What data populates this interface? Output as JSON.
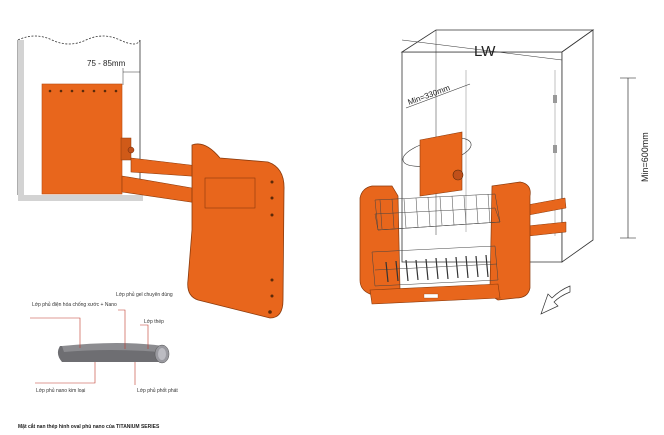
{
  "colors": {
    "accent": "#E8661C",
    "accent_dark": "#B84A0E",
    "metal": "#6E6E72",
    "line": "#2A2A2A",
    "callout": "#C0392B",
    "wall": "#D3D3D3"
  },
  "left_diagram": {
    "gap_label": "75 - 85mm"
  },
  "right_diagram": {
    "width_label": "LW",
    "depth_label": "Min=330mm",
    "height_label": "Min=600mm"
  },
  "detail": {
    "callouts": {
      "top_left": "Lớp phủ điện hóa chống xước + Nano",
      "top_mid": "Lớp phủ gel chuyên dùng",
      "right": "Lớp thép",
      "bottom_left": "Lớp phủ nano kim loại",
      "bottom_mid": "Lớp phủ phốt phát"
    },
    "caption": "Mặt cắt nan thép hình oval phủ nano của TITANIUM SERIES"
  }
}
